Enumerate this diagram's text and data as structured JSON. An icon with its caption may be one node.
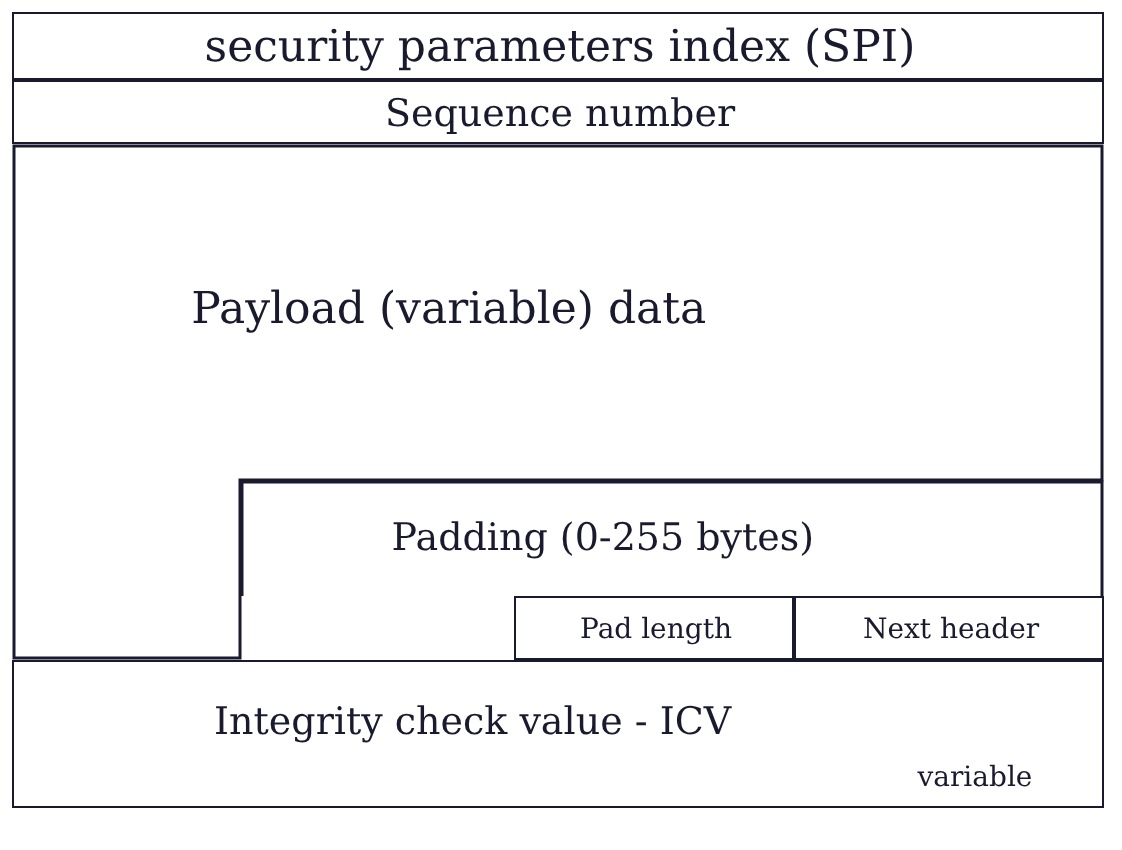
{
  "diagram": {
    "nodes": [
      {
        "text": [
          "security parameters index (SPI)"
        ]
      },
      {
        "text": [
          "Sequence number"
        ]
      },
      {
        "text": [
          "Payload (variable) data"
        ]
      },
      {
        "text": [
          "Padding (0-255 bytes)"
        ]
      },
      {
        "text": [
          "Pad length"
        ]
      },
      {
        "text": [
          "Next header"
        ]
      },
      {
        "text": [
          "Integrity check value - ICV",
          "variable"
        ]
      }
    ]
  }
}
